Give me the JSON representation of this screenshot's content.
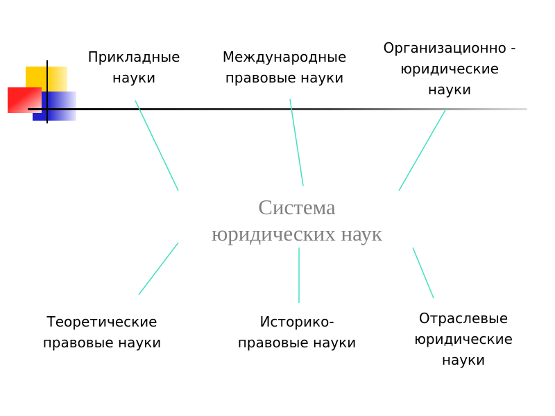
{
  "center_title": [
    "Система",
    "юридических наук"
  ],
  "nodes": {
    "applied": [
      "Прикладные",
      "науки"
    ],
    "international": [
      "Международные",
      "правовые науки"
    ],
    "organizational": [
      "Организационно -",
      "юридические",
      "науки"
    ],
    "theoretical": [
      "Теоретические",
      "правовые науки"
    ],
    "historical": [
      "Историко-",
      "правовые науки"
    ],
    "branch": [
      "Отраслевые",
      "юридические",
      "науки"
    ]
  },
  "colors": {
    "connector": "#40E0C0",
    "yellow": "#FFCC00",
    "red": "#FF0000",
    "blue": "#2020CC",
    "center_text": "#808080"
  }
}
